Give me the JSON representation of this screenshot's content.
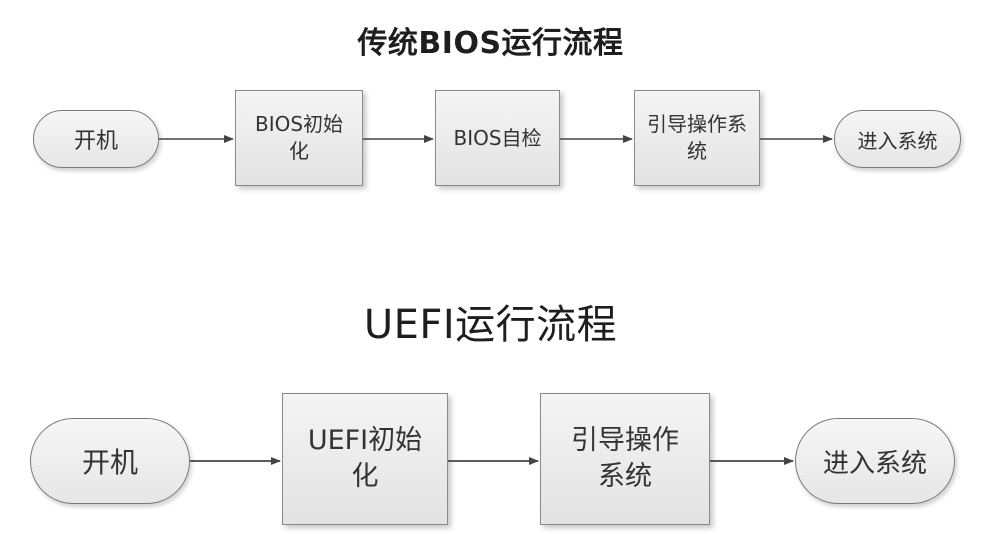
{
  "bios": {
    "title": "传统BIOS运行流程",
    "steps": [
      "开机",
      "BIOS初始化",
      "BIOS自检",
      "引导操作系统",
      "进入系统"
    ]
  },
  "uefi": {
    "title": "UEFI运行流程",
    "steps": [
      "开机",
      "UEFI初始化",
      "引导操作系统",
      "进入系统"
    ]
  },
  "colors": {
    "box_fill": "#e9e9e9",
    "box_border": "#8a8a8a",
    "arrow": "#444444"
  }
}
